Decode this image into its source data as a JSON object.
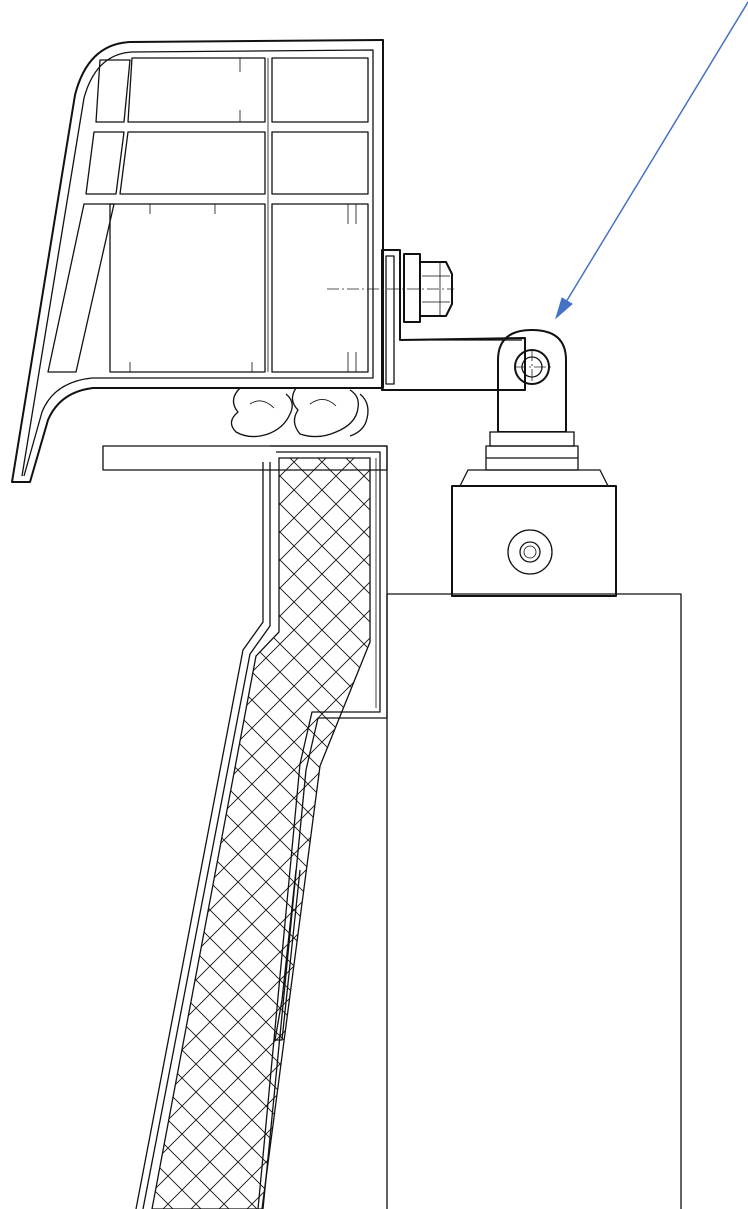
{
  "diagram": {
    "kind": "technical-section-drawing",
    "components": [
      "window-frame-profile",
      "angle-bracket",
      "hex-bolt",
      "pivot-eye",
      "actuator-body",
      "insulated-panel",
      "support-post"
    ],
    "annotation": {
      "type": "arrow",
      "color": "#4472C4",
      "points_to": "pivot-eye"
    },
    "colors": {
      "line": "#111111",
      "background": "#ffffff",
      "arrow": "#4472C4"
    }
  }
}
